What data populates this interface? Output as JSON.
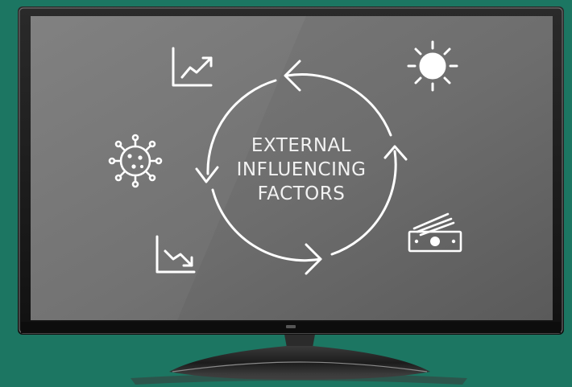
{
  "center_label": {
    "line1": "EXTERNAL",
    "line2": "INFLUENCING",
    "line3": "FACTORS"
  },
  "colors": {
    "background": "#1c7662",
    "screen": "#6e6e6e",
    "bezel": "#1a1a1a",
    "line": "#ffffff"
  },
  "icons": [
    "chart-up-icon",
    "sun-icon",
    "virus-icon",
    "money-icon",
    "chart-down-icon"
  ]
}
